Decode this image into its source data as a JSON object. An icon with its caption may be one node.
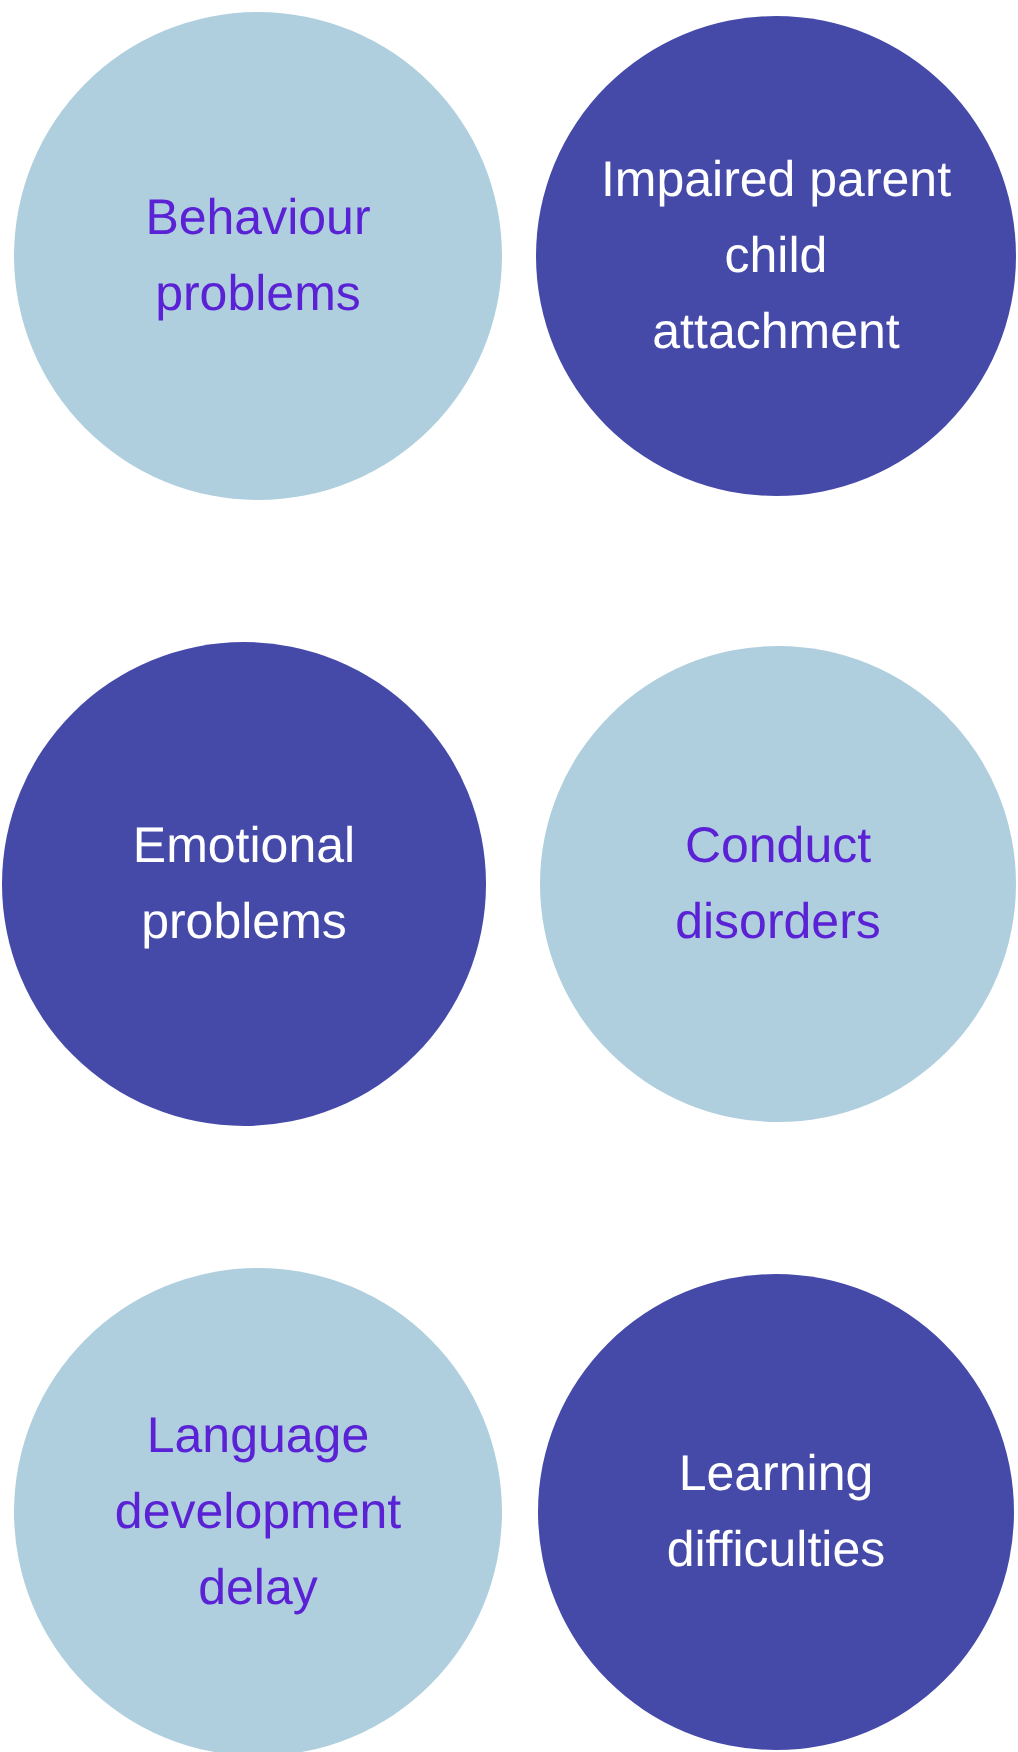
{
  "diagram": {
    "nodes": [
      {
        "text": [
          "Behaviour problems"
        ]
      },
      {
        "text": [
          "Impaired parent child attachment"
        ]
      },
      {
        "text": [
          "Emotional problems"
        ]
      },
      {
        "text": [
          "Conduct disorders"
        ]
      },
      {
        "text": [
          "Language development delay"
        ]
      },
      {
        "text": [
          "Learning difficulties"
        ]
      }
    ]
  }
}
